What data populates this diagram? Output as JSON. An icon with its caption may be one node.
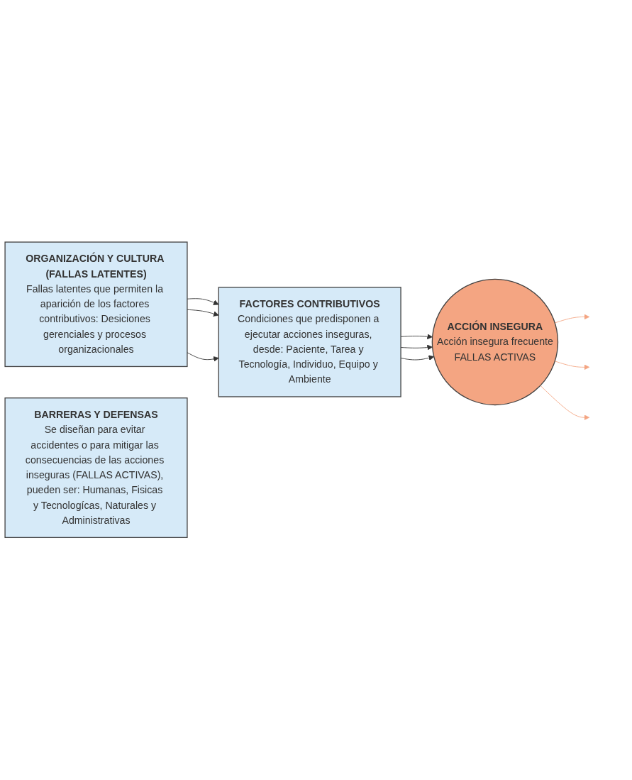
{
  "diagram": {
    "nodes": [
      {
        "text": [
          "FACTORES CONTRIBUTIVOS",
          "Condiciones que predisponen a ejecutar acciones inseguras, desde: Paciente, Tarea y Tecnología, Individuo, Equipo y Ambiente"
        ]
      },
      {
        "text": [
          "ACCIÓN INSEGURA",
          "Acción insegura frecuente",
          "FALLAS ACTIVAS"
        ]
      },
      {
        "text": [
          "ORGANIZACIÓN Y CULTURA (FALLAS LATENTES)",
          "Fallas latentes que permiten la aparición de los factores contributivos: Desiciones gerenciales y procesos organizacionales"
        ]
      },
      {
        "text": [
          "BARRERAS Y DEFENSAS",
          "Se diseñan para evitar accidentes o para mitigar las consecuencias de las acciones inseguras (FALLAS ACTIVAS), pueden ser: Humanas, Fisicas y Tecnologícas, Naturales y Administrativas"
        ]
      }
    ],
    "edges": [
      {
        "from": 0,
        "to": 1,
        "arrow": "to"
      },
      {
        "from": 0,
        "to": 1,
        "arrow": "to"
      },
      {
        "from": 0,
        "to": 1,
        "arrow": "to"
      },
      {
        "from": 2,
        "to": 0,
        "arrow": "to"
      },
      {
        "from": 2,
        "to": 0,
        "arrow": "to"
      },
      {
        "from": 2,
        "to": 0,
        "arrow": "to"
      },
      {
        "from": 1,
        "to": null,
        "arrow": "to",
        "color": "#f4a582"
      },
      {
        "from": 1,
        "to": null,
        "arrow": "to",
        "color": "#f4a582"
      },
      {
        "from": 1,
        "to": null,
        "arrow": "to",
        "color": "#f4a582"
      }
    ]
  }
}
